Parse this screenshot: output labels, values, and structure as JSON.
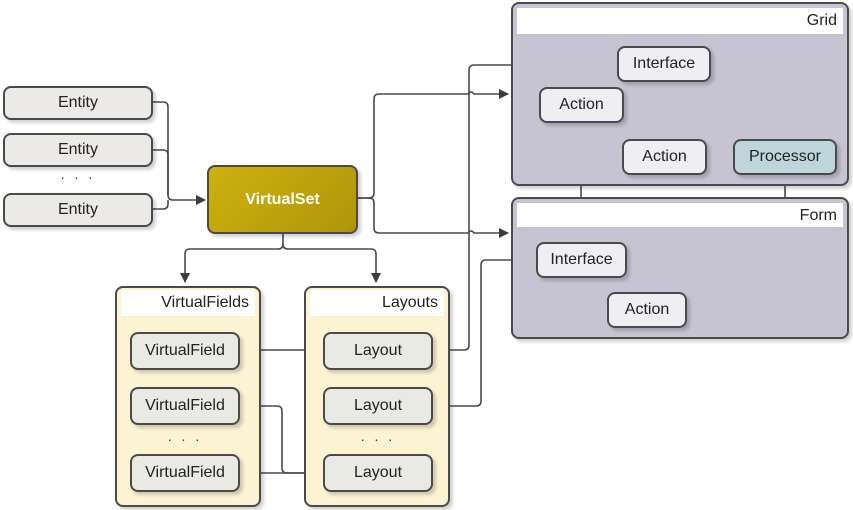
{
  "entities": {
    "items": [
      {
        "label": "Entity"
      },
      {
        "label": "Entity"
      },
      {
        "label": "Entity"
      }
    ],
    "ellipsis": ". . ."
  },
  "virtualset": {
    "label": "VirtualSet"
  },
  "virtualfields": {
    "title": "VirtualFields",
    "items": [
      {
        "label": "VirtualField"
      },
      {
        "label": "VirtualField"
      },
      {
        "label": "VirtualField"
      }
    ],
    "ellipsis": ". . ."
  },
  "layouts": {
    "title": "Layouts",
    "items": [
      {
        "label": "Layout"
      },
      {
        "label": "Layout"
      },
      {
        "label": "Layout"
      }
    ],
    "ellipsis": ". . ."
  },
  "grid": {
    "title": "Grid",
    "interface": "Interface",
    "action_left": "Action",
    "action_right": "Action",
    "processor": "Processor"
  },
  "form": {
    "title": "Form",
    "interface": "Interface",
    "action": "Action"
  },
  "colors": {
    "virtualset": "#c2a60c",
    "container_purple": "#c6c3d2",
    "container_yellow": "#fcf3d3",
    "processor": "#bed5dc",
    "line": "#4a4a4a"
  }
}
